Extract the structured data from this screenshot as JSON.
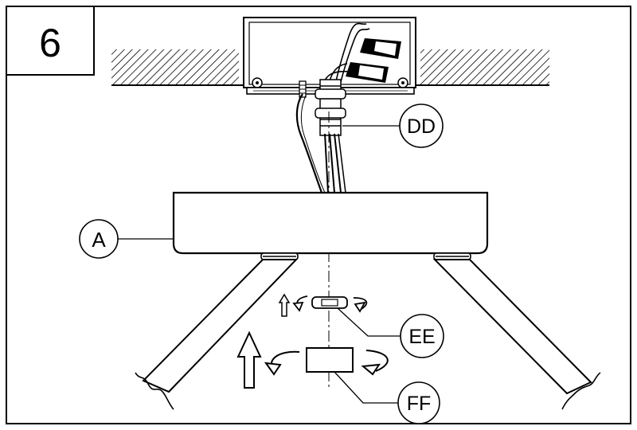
{
  "step": {
    "number": "6"
  },
  "callouts": {
    "canopy": "A",
    "strain_relief": "DD",
    "locking_nut": "EE",
    "cover": "FF"
  },
  "colors": {
    "ink": "#000000",
    "paper": "#ffffff"
  }
}
